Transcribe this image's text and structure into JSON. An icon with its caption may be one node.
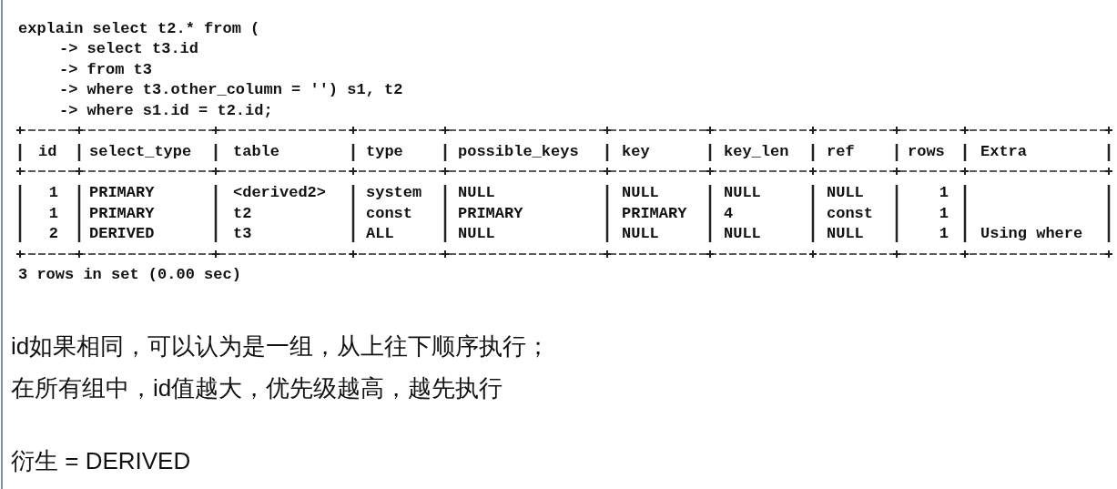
{
  "diagram": {
    "labels": [
      "explain select t2.* from (",
      "-> select t3.id",
      "-> from t3",
      "-> where t3.other_column = '') s1, t2",
      "-> where s1.id = t2.id;",
      "id",
      "select_type",
      "table",
      "type",
      "possible_keys",
      "key",
      "key_len",
      "ref",
      "rows",
      "Extra",
      "1",
      "PRIMARY",
      "<derived2>",
      "system",
      "NULL",
      "NULL",
      "NULL",
      "NULL",
      "1",
      "1",
      "PRIMARY",
      "t2",
      "const",
      "PRIMARY",
      "PRIMARY",
      "4",
      "const",
      "1",
      "2",
      "DERIVED",
      "t3",
      "ALL",
      "NULL",
      "NULL",
      "NULL",
      "NULL",
      "1",
      "Using where",
      "3 rows in set (0.00 sec)",
      "id如果相同，可以认为是一组，从上往下顺序执行；",
      "在所有组中，id值越大，优先级越高，越先执行",
      "衍生 = DERIVED"
    ]
  }
}
